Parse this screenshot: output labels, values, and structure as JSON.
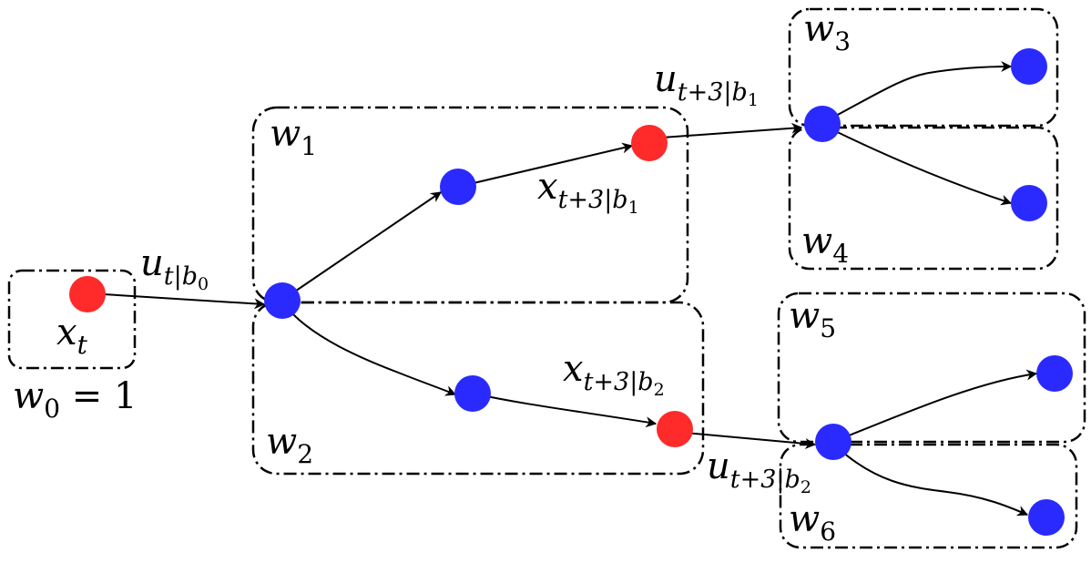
{
  "colors": {
    "state_node": "#ff2a2a",
    "decision_node": "#2a2aff",
    "stroke": "#000000"
  },
  "labels": {
    "x_t": {
      "base": "x",
      "sub": "t"
    },
    "w0": {
      "base": "w",
      "sub": "0",
      "suffix": " = 1"
    },
    "u_b0": {
      "base": "u",
      "sub": "t|b",
      "subsub": "0"
    },
    "w1": {
      "base": "w",
      "sub": "1"
    },
    "w2": {
      "base": "w",
      "sub": "2"
    },
    "x_b1": {
      "base": "x",
      "sub": "t+3|b",
      "subsub": "1"
    },
    "x_b2": {
      "base": "x",
      "sub": "t+3|b",
      "subsub": "2"
    },
    "u_b1": {
      "base": "u",
      "sub": "t+3|b",
      "subsub": "1"
    },
    "u_b2": {
      "base": "u",
      "sub": "t+3|b",
      "subsub": "2"
    },
    "w3": {
      "base": "w",
      "sub": "3"
    },
    "w4": {
      "base": "w",
      "sub": "4"
    },
    "w5": {
      "base": "w",
      "sub": "5"
    },
    "w6": {
      "base": "w",
      "sub": "6"
    }
  }
}
